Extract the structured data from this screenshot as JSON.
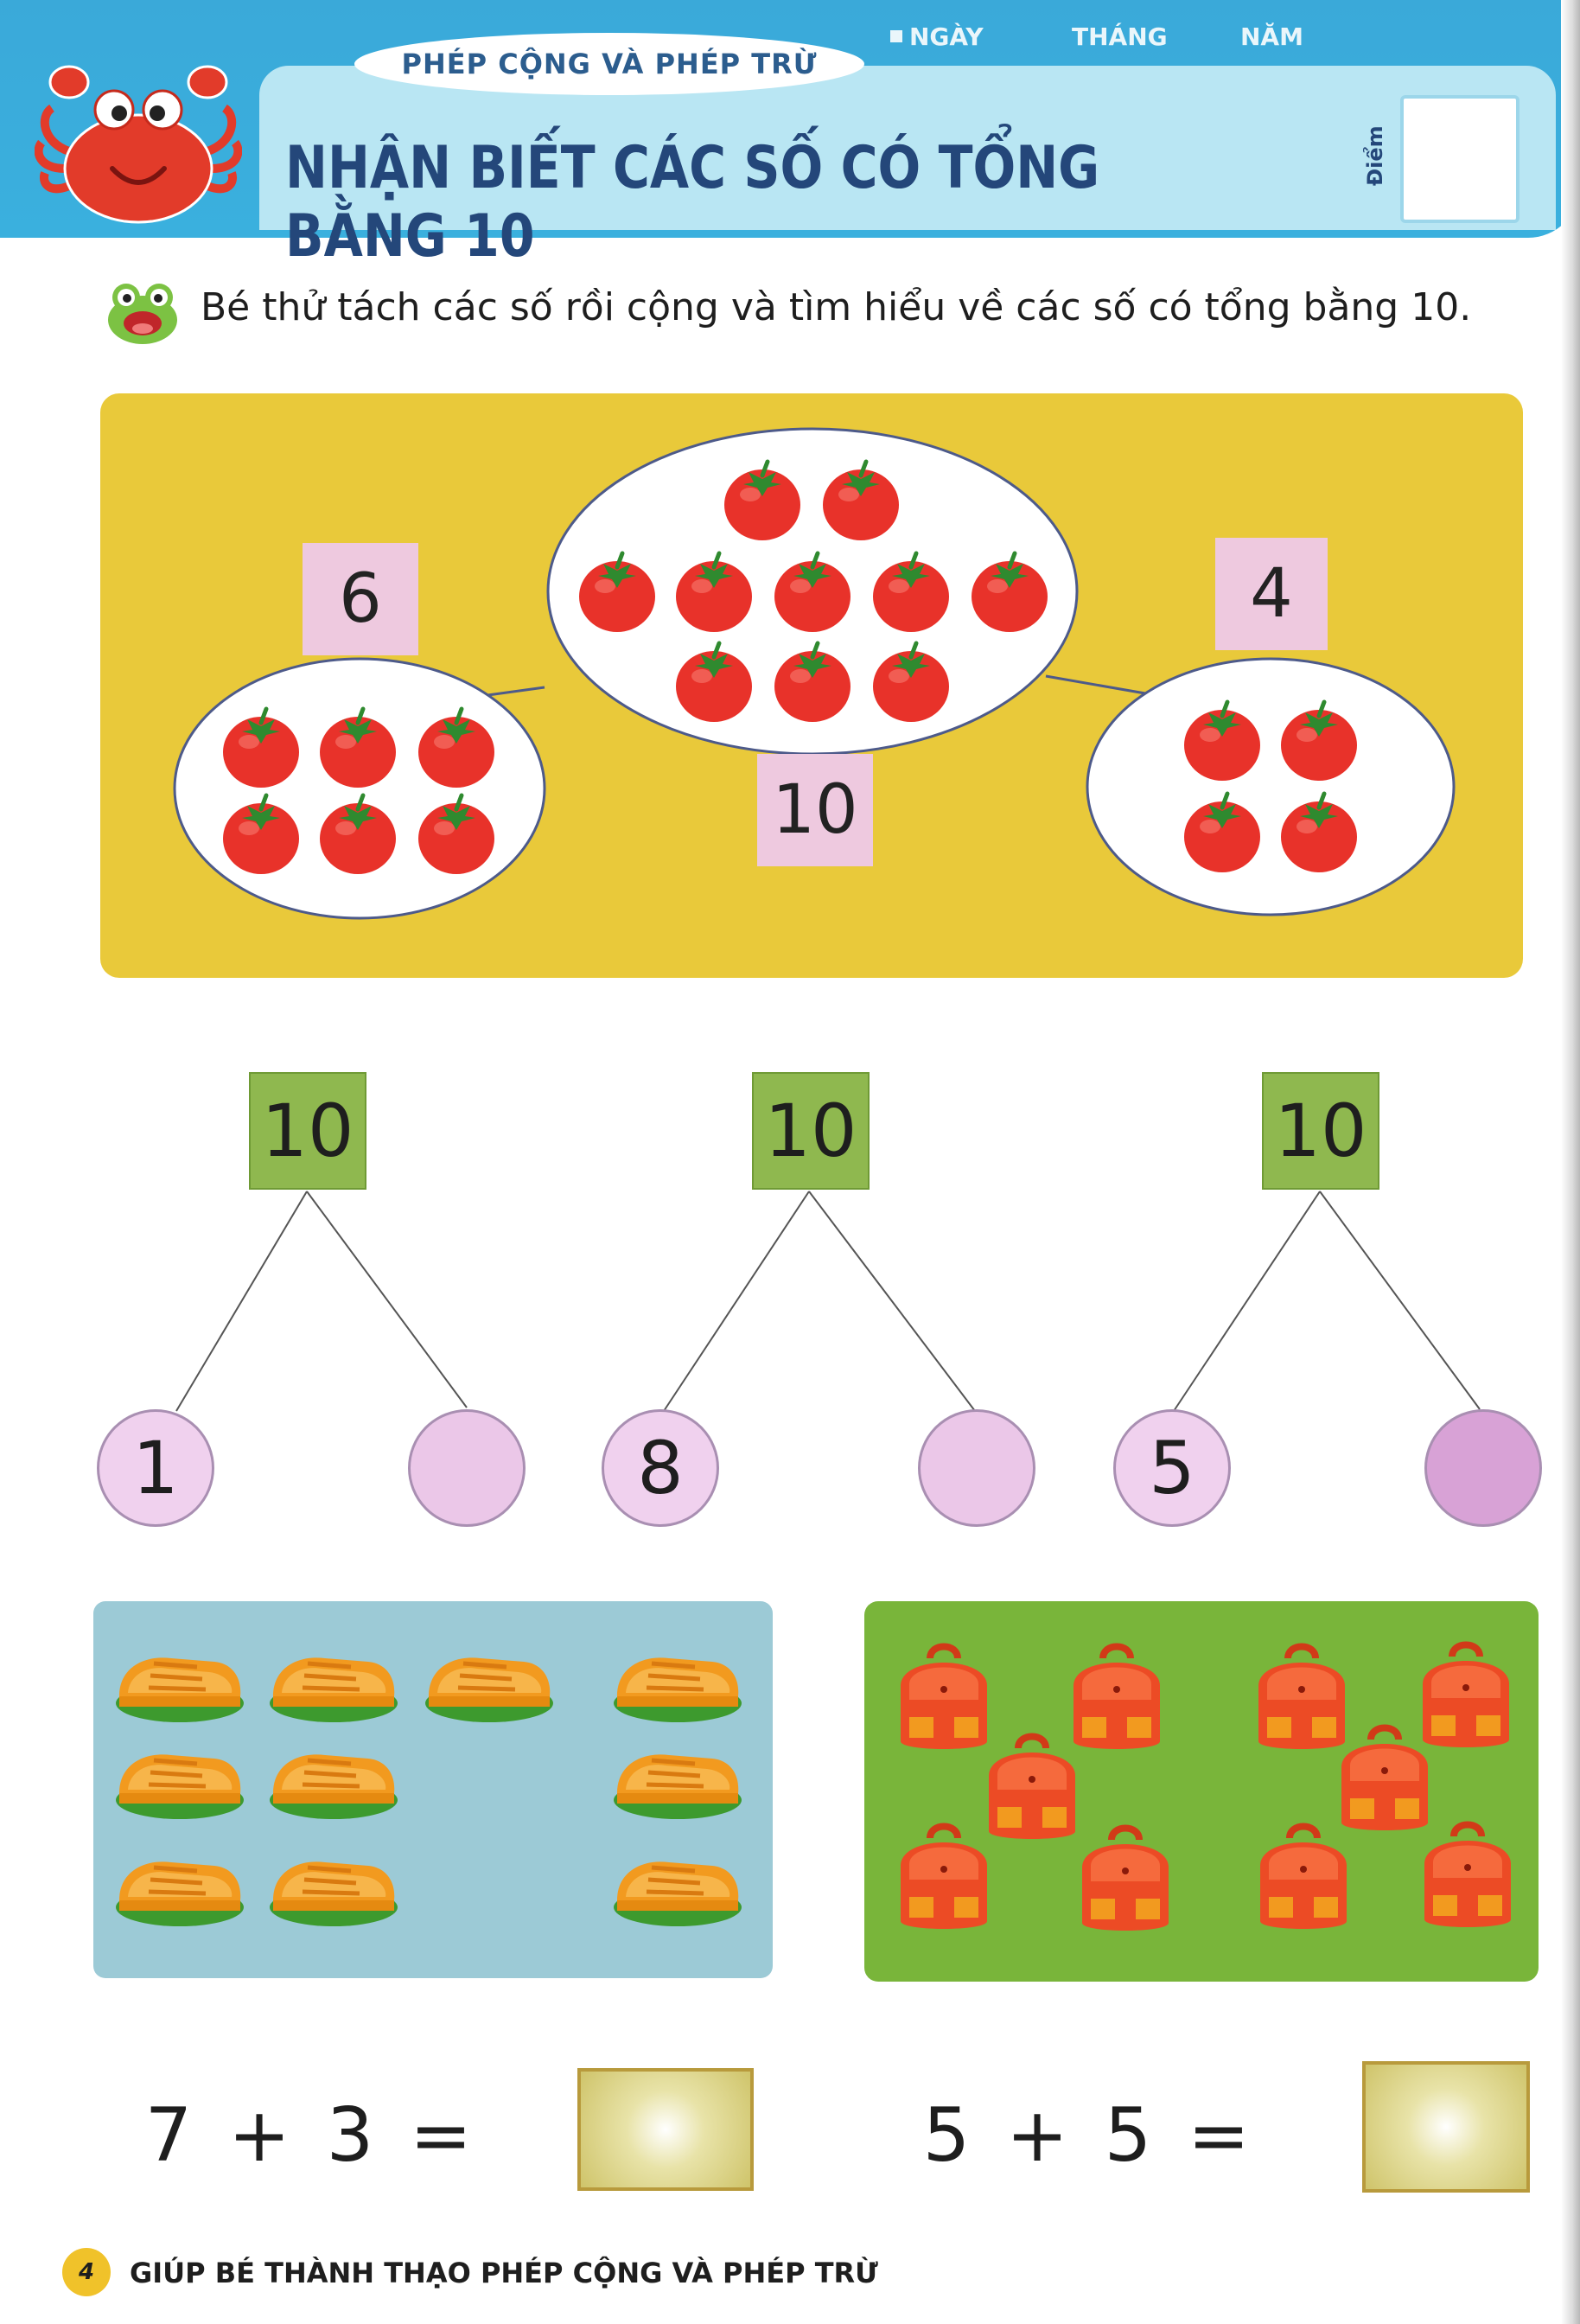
{
  "header": {
    "section_label": "PHÉP CỘNG VÀ PHÉP TRỪ",
    "day_label": "NGÀY",
    "month_label": "THÁNG",
    "year_label": "NĂM",
    "title": "NHẬN BIẾT CÁC SỐ CÓ TỔNG BẰNG 10",
    "score_label": "Điểm"
  },
  "instruction": "Bé thử tách các số rồi cộng và tìm hiểu về các số có tổng bằng 10.",
  "example": {
    "left_count": "6",
    "right_count": "4",
    "total": "10",
    "item_icon": "tomato-icon"
  },
  "trees": [
    {
      "top": "10",
      "left": "1",
      "right": ""
    },
    {
      "top": "10",
      "left": "8",
      "right": ""
    },
    {
      "top": "10",
      "left": "5",
      "right": ""
    }
  ],
  "pictures": {
    "left_icon": "shoe-icon",
    "right_icon": "backpack-icon"
  },
  "equations": [
    {
      "a": "7",
      "op": "+",
      "b": "3",
      "eq": "="
    },
    {
      "a": "5",
      "op": "+",
      "b": "5",
      "eq": "="
    }
  ],
  "footer": {
    "page_number": "4",
    "text": "GIÚP BÉ THÀNH THẠO PHÉP CỘNG VÀ PHÉP TRỪ"
  },
  "colors": {
    "header_blue": "#3aa9d9",
    "title_navy": "#24477a",
    "panel_yellow": "#e9c93a",
    "tree_green": "#8fb84f",
    "circle_pink": "#f0d1ee",
    "tomato_red": "#e8322a",
    "shoe_orange": "#f29a1f",
    "bag_red": "#ec4b25"
  }
}
